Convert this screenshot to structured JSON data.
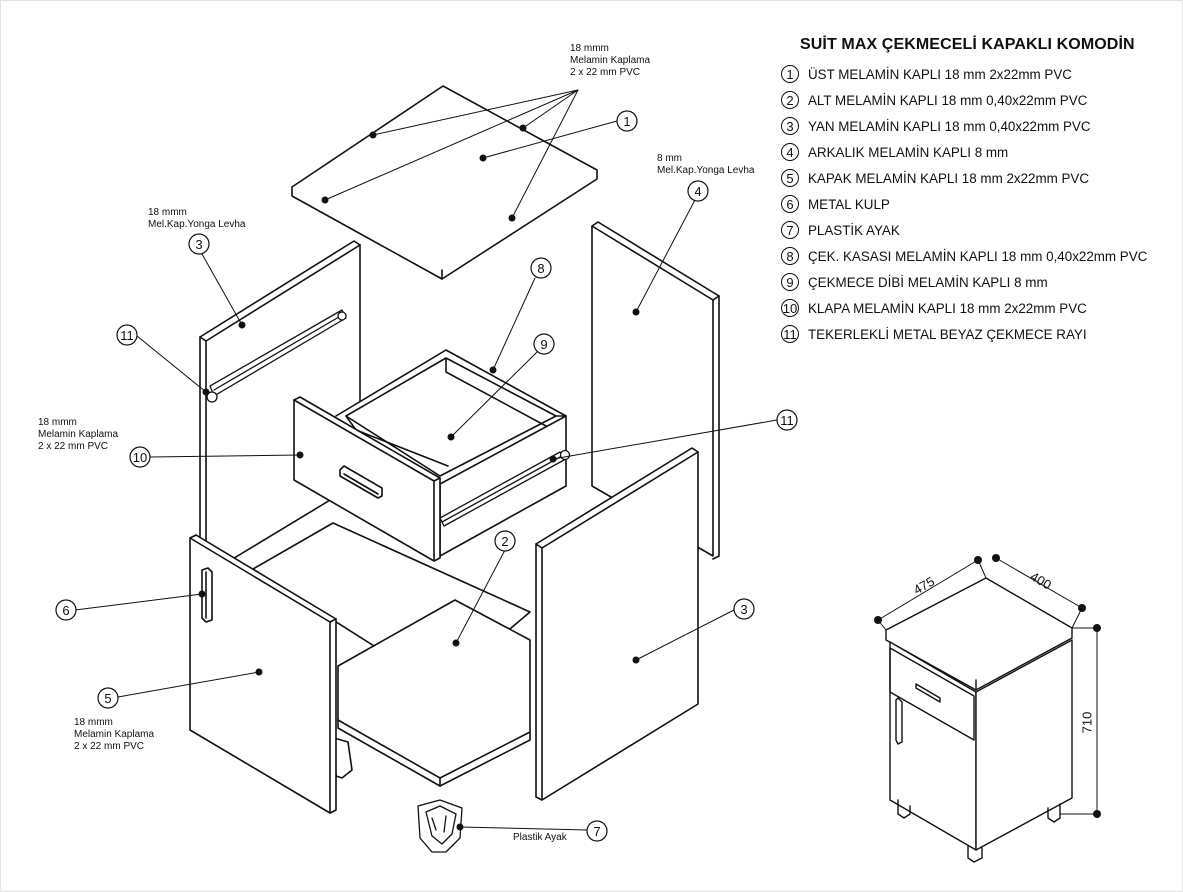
{
  "title": "SUİT MAX ÇEKMECELİ KAPAKLI KOMODİN",
  "legend": [
    {
      "num": "1",
      "text": "ÜST MELAMİN KAPLI 18 mm  2x22mm PVC"
    },
    {
      "num": "2",
      "text": "ALT MELAMİN KAPLI 18 mm 0,40x22mm PVC"
    },
    {
      "num": "3",
      "text": "YAN MELAMİN KAPLI 18 mm  0,40x22mm PVC"
    },
    {
      "num": "4",
      "text": "ARKALIK MELAMİN KAPLI 8 mm"
    },
    {
      "num": "5",
      "text": "KAPAK MELAMİN KAPLI 18 mm 2x22mm PVC"
    },
    {
      "num": "6",
      "text": "METAL KULP"
    },
    {
      "num": "7",
      "text": "PLASTİK AYAK"
    },
    {
      "num": "8",
      "text": "ÇEK. KASASI MELAMİN KAPLI 18 mm 0,40x22mm PVC"
    },
    {
      "num": "9",
      "text": "ÇEKMECE DİBİ MELAMİN KAPLI 8 mm"
    },
    {
      "num": "10",
      "text": "KLAPA MELAMİN KAPLI 18 mm 2x22mm PVC"
    },
    {
      "num": "11",
      "text": "TEKERLEKLİ METAL BEYAZ ÇEKMECE RAYI"
    }
  ],
  "notes": {
    "top": [
      "18 mmm",
      "Melamin Kaplama",
      "2 x 22 mm PVC"
    ],
    "side": [
      "18 mmm",
      "Mel.Kap.Yonga Levha"
    ],
    "back": [
      "8 mm",
      "Mel.Kap.Yonga Levha"
    ],
    "front": [
      "18 mmm",
      "Melamin Kaplama",
      "2 x 22 mm PVC"
    ],
    "door": [
      "18 mmm",
      "Melamin Kaplama",
      "2 x 22 mm PVC"
    ],
    "foot": "Plastik Ayak"
  },
  "callouts": {
    "top": "1",
    "bottom": "2",
    "side_left": "3",
    "side_right": "3",
    "back": "4",
    "door": "5",
    "handle": "6",
    "foot": "7",
    "drawer_box": "8",
    "drawer_bottom": "9",
    "drawer_front": "10",
    "rail_left": "11",
    "rail_right": "11"
  },
  "dimensions": {
    "depth": "475",
    "width": "400",
    "height": "710"
  }
}
